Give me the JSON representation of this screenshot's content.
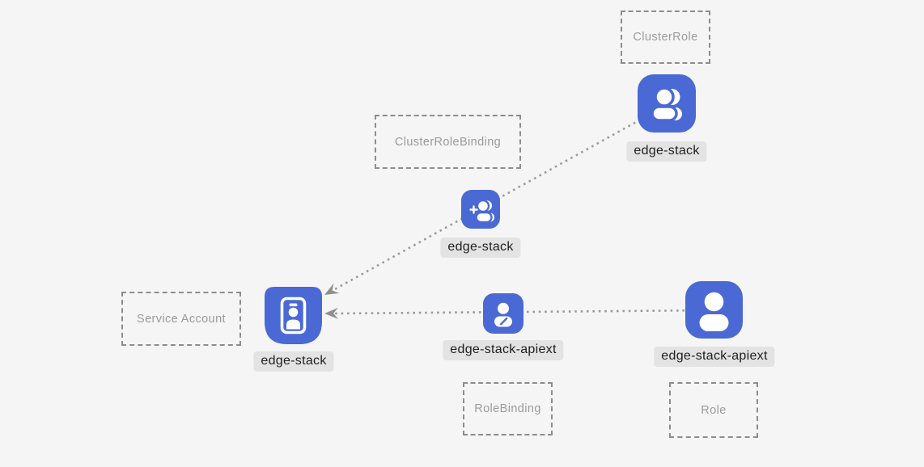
{
  "diagram": {
    "background_color": "#f5f5f6",
    "nodes": [
      {
        "kind": "ClusterRole",
        "name": "edge-stack",
        "icon": "users-icon"
      },
      {
        "kind": "ClusterRoleBinding",
        "name": "edge-stack",
        "icon": "user-plus-icon"
      },
      {
        "kind": "Service Account",
        "name": "edge-stack",
        "icon": "id-badge-icon"
      },
      {
        "kind": "RoleBinding",
        "name": "edge-stack-apiext",
        "icon": "user-edit-icon"
      },
      {
        "kind": "Role",
        "name": "edge-stack-apiext",
        "icon": "user-icon"
      }
    ],
    "edges": [
      {
        "from": "edge-stack (ClusterRole)",
        "to": "edge-stack (Service Account)",
        "style": "dotted-arrow"
      },
      {
        "from": "edge-stack-apiext (Role)",
        "to": "edge-stack (Service Account)",
        "style": "dotted-arrow",
        "passes_behind": "edge-stack-apiext (RoleBinding)"
      }
    ],
    "colors": {
      "icon_blue": "#4a69d4",
      "label_pill_bg": "#e3e3e4",
      "label_pill_text": "#1e1e1e",
      "dashed_box_border": "#8d8d8d",
      "dashed_box_text": "#9b9b9b",
      "edge_line": "#9b9b9b",
      "arrowhead": "#8f8f8f"
    }
  }
}
